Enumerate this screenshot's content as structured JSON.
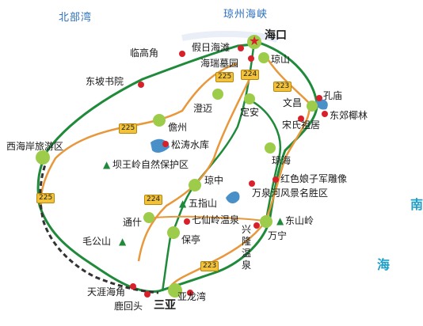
{
  "seas": {
    "north_bay": "北部湾",
    "strait": "琼州海峡",
    "south_sea": "南",
    "sea": "海"
  },
  "cities": {
    "haikou": "海口",
    "qiongshan": "琼山",
    "wenchang": "文昌",
    "dingan": "定安",
    "chengmai": "澄迈",
    "danzhou": "儋州",
    "qionghai": "琼海",
    "qiongzhong": "琼中",
    "tongshi": "通什",
    "baoting": "保亭",
    "wanning": "万宁",
    "sanya": "三亚",
    "wuzhishan": "五指山",
    "dongshanling": "东山岭",
    "maogongshan": "毛公山"
  },
  "attractions": {
    "lingaojiao": "临高角",
    "jiari_haitan": "假日海滩",
    "haiduiyuan": "海瑞墓园",
    "dongpo_shuyuan": "东坡书院",
    "kongmiao": "孔庙",
    "dongjiao_yelin": "东郊椰林",
    "songshi_zuju": "宋氏祖居",
    "songtao_shuiku": "松涛水库",
    "bawangling": "坝王岭自然保护区",
    "xihaian": "西海岸旅游区",
    "hongse_niangzijun": "红色娘子军雕像",
    "wanquanhe": "万泉河风景名胜区",
    "qixianling": "七仙岭温泉",
    "xinglong_wenquan": "兴隆温泉",
    "tianya_haijiao": "天涯海角",
    "luhuitou": "鹿回头",
    "yalongwan": "亚龙湾"
  },
  "roads": {
    "r224_north": "224",
    "r225_north": "225",
    "r223_north": "223",
    "r225_west": "225",
    "r225_sw": "225",
    "r224_mid": "224",
    "r223_south": "223"
  },
  "colors": {
    "island_fill": "#ffffff",
    "expressway": "#1f8a3a",
    "highway": "#e8973a",
    "railway": "#333333",
    "city_marker": "#9dcc4a",
    "attraction_dot": "#d9202a",
    "capital_star": "#d9202a",
    "water": "#4a90c8",
    "mountain": "#1f8a3a",
    "sea_text": "#2a6fc0"
  }
}
